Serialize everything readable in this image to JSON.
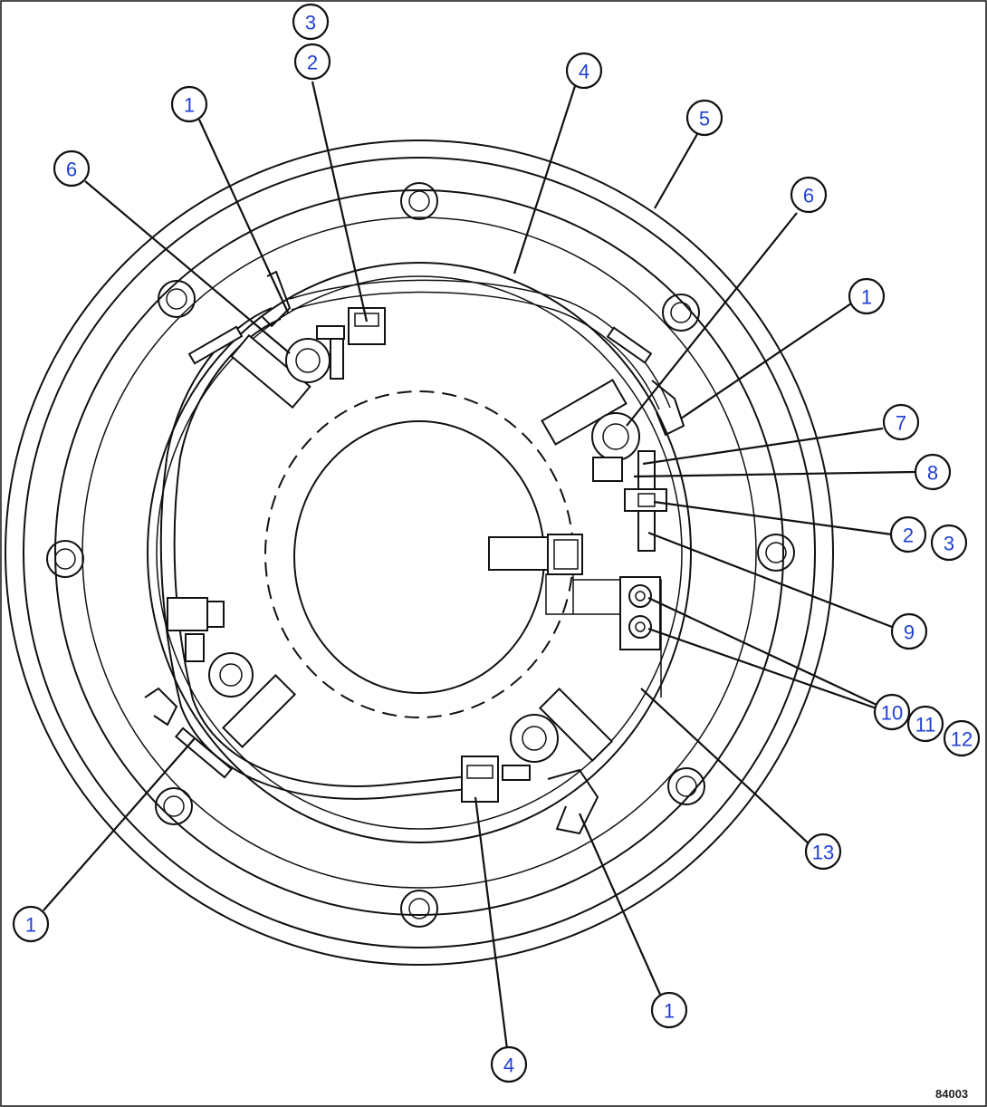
{
  "figure": {
    "id": "84003",
    "callouts": [
      {
        "label": "3"
      },
      {
        "label": "2"
      },
      {
        "label": "4"
      },
      {
        "label": "5"
      },
      {
        "label": "1"
      },
      {
        "label": "6"
      },
      {
        "label": "6"
      },
      {
        "label": "1"
      },
      {
        "label": "7"
      },
      {
        "label": "8"
      },
      {
        "label": "2"
      },
      {
        "label": "3"
      },
      {
        "label": "9"
      },
      {
        "label": "10"
      },
      {
        "label": "11"
      },
      {
        "label": "12"
      },
      {
        "label": "13"
      },
      {
        "label": "1"
      },
      {
        "label": "1"
      },
      {
        "label": "4"
      }
    ]
  }
}
